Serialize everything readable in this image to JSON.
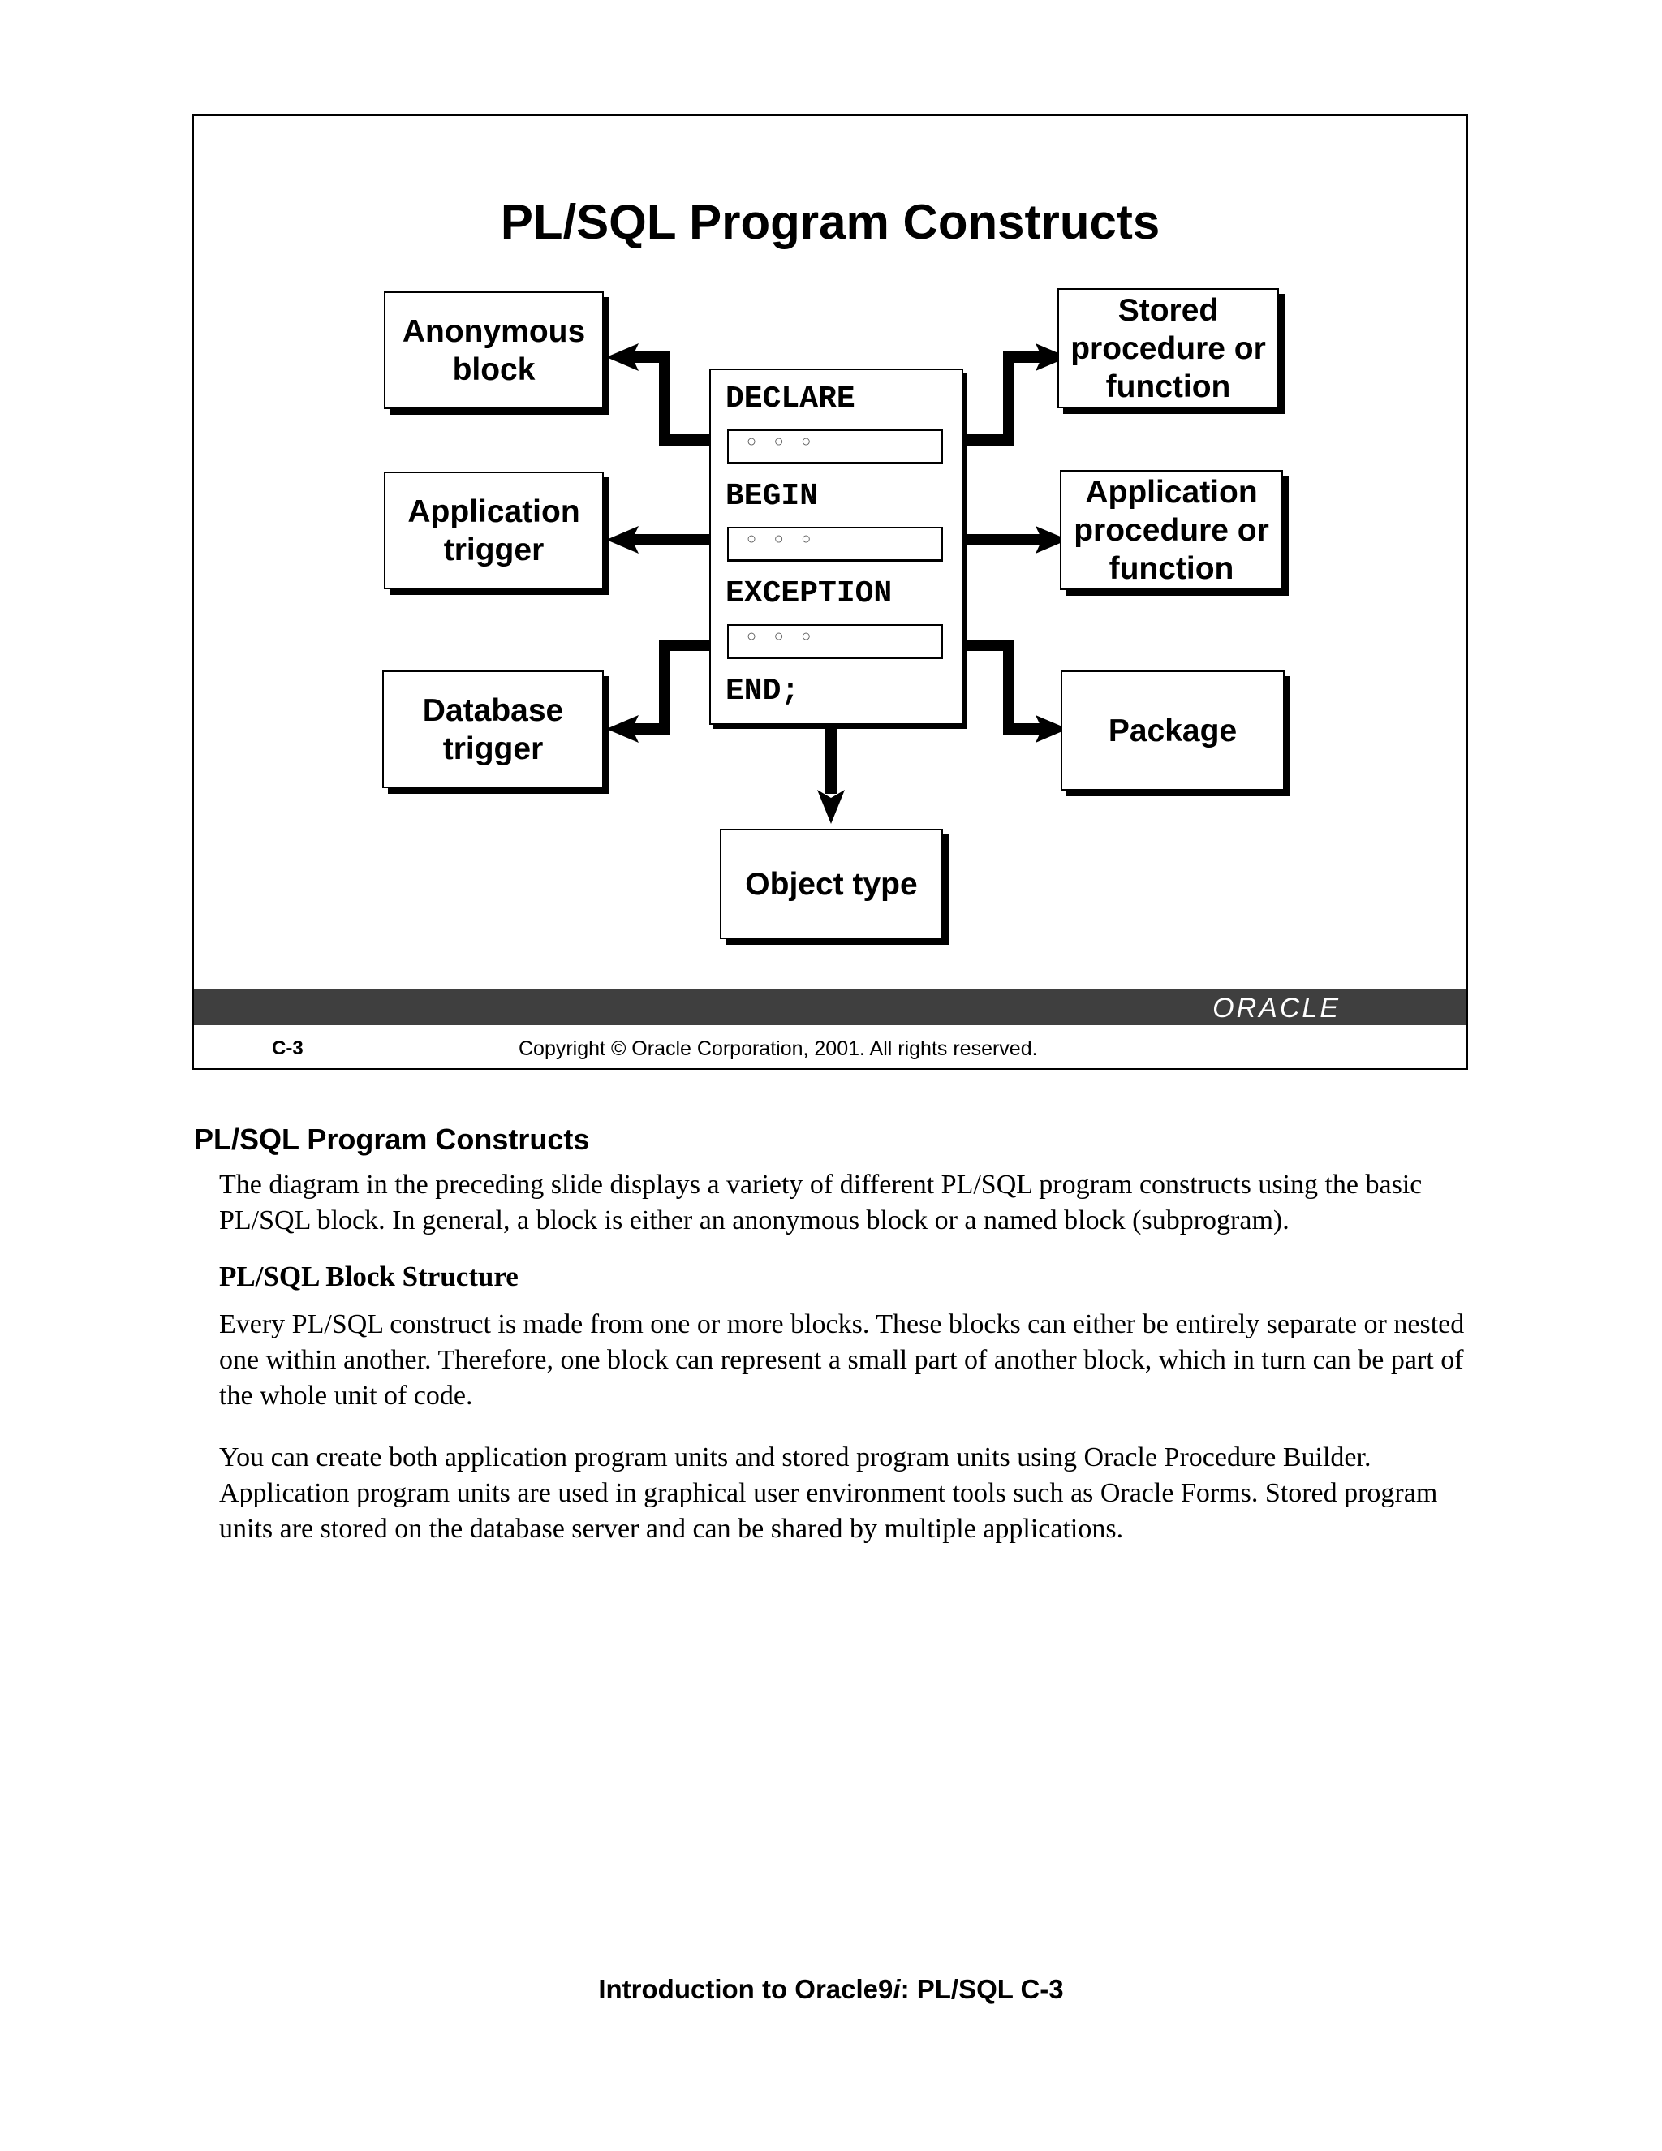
{
  "slide": {
    "title": "PL/SQL Program Constructs",
    "block": {
      "keywords": [
        "DECLARE",
        "BEGIN",
        "EXCEPTION",
        "END;"
      ],
      "placeholder": "○ ○ ○"
    },
    "boxes": {
      "anonymous_block": [
        "Anonymous",
        "block"
      ],
      "application_trigger": [
        "Application",
        "trigger"
      ],
      "database_trigger": [
        "Database",
        "trigger"
      ],
      "stored_procedure": [
        "Stored",
        "procedure or",
        "function"
      ],
      "application_procedure": [
        "Application",
        "procedure or",
        "function"
      ],
      "package": [
        "Package"
      ],
      "object_type": [
        "Object type"
      ]
    },
    "logo": "ORACLE",
    "slide_number": "C-3",
    "copyright": "Copyright © Oracle Corporation, 2001. All rights reserved."
  },
  "notes": {
    "heading": "PL/SQL Program Constructs",
    "intro": "The diagram in the preceding slide displays a variety of different PL/SQL program constructs using the basic PL/SQL block. In general, a block is either an anonymous block or a named block (subprogram).",
    "subheading": "PL/SQL Block Structure",
    "para1": "Every PL/SQL construct is made from one or more blocks. These blocks can either be entirely separate or nested one within another. Therefore, one block can represent a small part of another block, which in turn can be part of the whole unit of code.",
    "para2": "You can create both application program units and stored program units using Oracle Procedure Builder. Application program units are used in graphical user environment tools such as Oracle Forms. Stored program units are stored on the database server and can be shared by multiple applications."
  },
  "page_footer": {
    "prefix": "Introduction to Oracle9",
    "italic": "i",
    "suffix": ": PL/SQL C-3"
  }
}
